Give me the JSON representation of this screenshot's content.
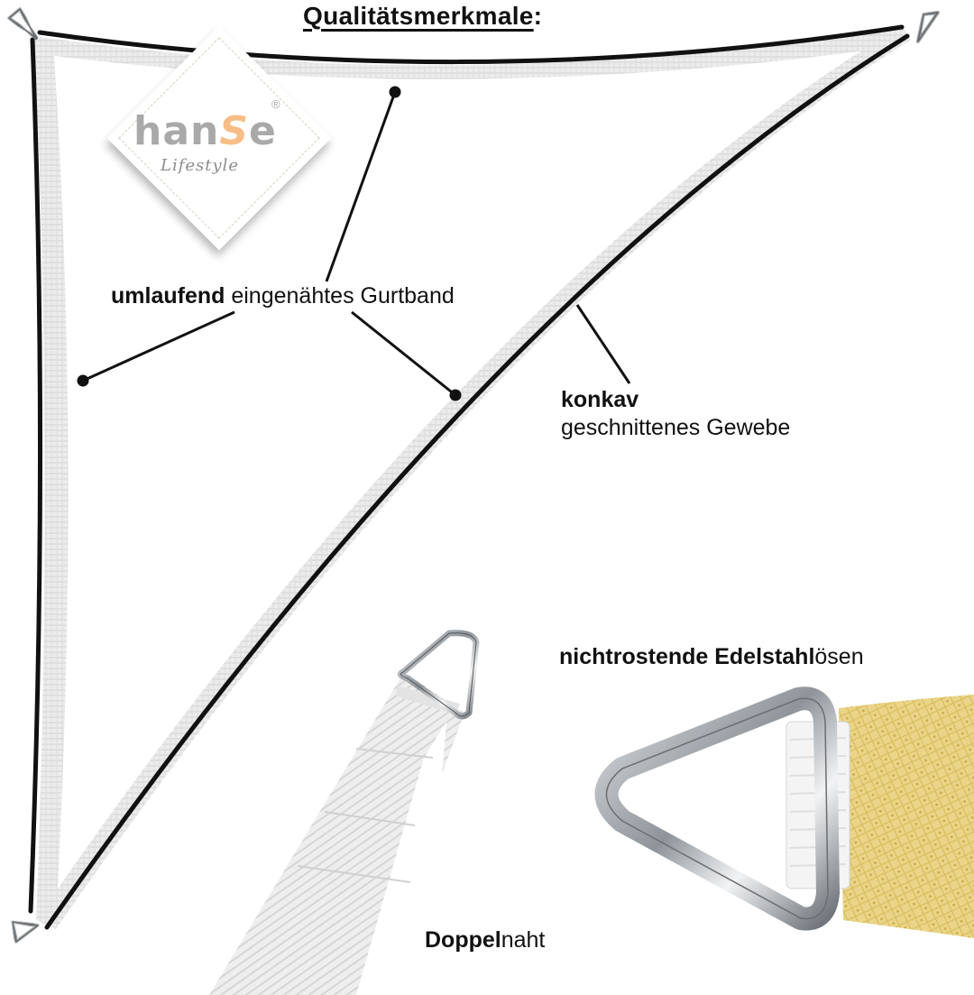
{
  "title": {
    "text": "Qualitätsmerkmale",
    "suffix": ":"
  },
  "logo": {
    "brand_part1": "han",
    "brand_s": "S",
    "brand_part2": "e",
    "registered": "®",
    "tagline": "Lifestyle",
    "colors": {
      "gray": "#a9a9a9",
      "accent": "#f7bd86"
    }
  },
  "annotations": {
    "webbing": {
      "bold": "umlaufend",
      "regular": " eingenähtes Gurtband"
    },
    "concave": {
      "bold": "konkav",
      "regular": "geschnittenes Gewebe"
    },
    "rings": {
      "bold": "nichtrostende Edelstahl",
      "regular": "ösen"
    },
    "seam": {
      "bold": "Doppel",
      "regular": "naht"
    }
  },
  "colors": {
    "outline": "#111111",
    "webbing": "#e6e6e6",
    "steel": "#9ea3a8",
    "sail_fabric": "#e8cf82"
  }
}
